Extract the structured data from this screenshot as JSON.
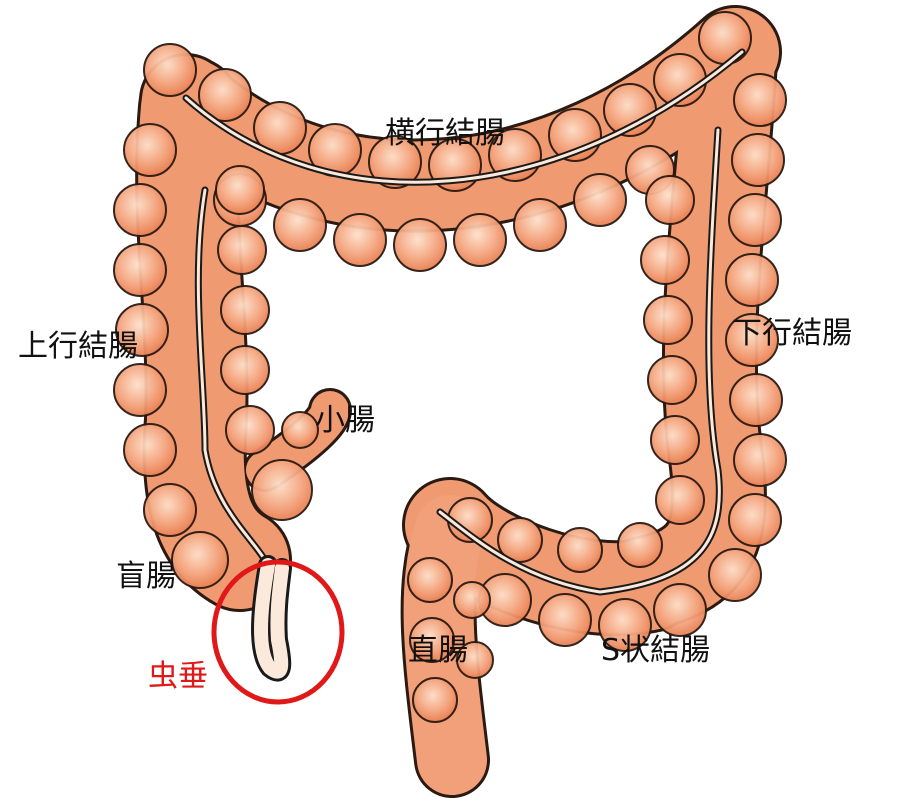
{
  "labels": {
    "transverse_colon": "横行結腸",
    "ascending_colon": "上行結腸",
    "descending_colon": "下行結腸",
    "small_intestine": "小腸",
    "cecum": "盲腸",
    "appendix": "虫垂",
    "rectum": "直腸",
    "sigmoid_colon": "S状結腸"
  },
  "colors": {
    "colon_fill": "#f2a07a",
    "colon_shade": "#e8784a",
    "outline": "#1a1a1a",
    "highlight_circle": "#e01818",
    "appendix_label": "#e01818",
    "label_text": "#111111"
  }
}
